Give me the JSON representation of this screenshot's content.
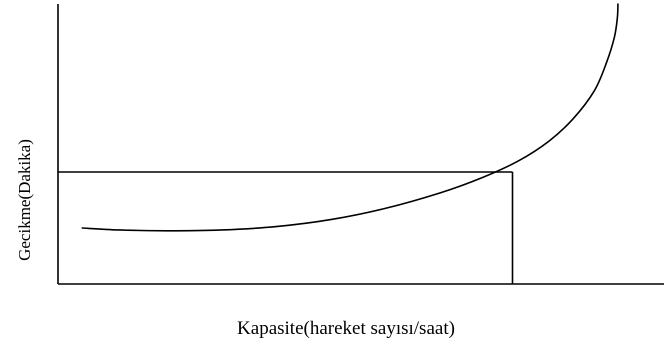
{
  "chart_data": {
    "type": "line",
    "xlabel": "Kapasite(hareket sayısı/saat)",
    "ylabel": "Gecikme(Dakika)",
    "grid": false,
    "legend": "none",
    "xlim": [
      0,
      100
    ],
    "ylim": [
      0,
      100
    ],
    "series": [
      {
        "x": [
          4,
          10,
          18,
          27,
          36,
          45,
          54,
          63,
          70,
          76,
          81,
          85,
          88.5,
          90.5,
          91.8,
          92.3,
          92.4
        ],
        "values": [
          20,
          19.3,
          19,
          19.3,
          20.5,
          23,
          27,
          32.5,
          38,
          44,
          51,
          59,
          69,
          79,
          88,
          95,
          100
        ]
      }
    ],
    "reference": {
      "x": 75,
      "y": 40
    },
    "colors": {
      "line": "#000000",
      "background": "#ffffff"
    }
  }
}
